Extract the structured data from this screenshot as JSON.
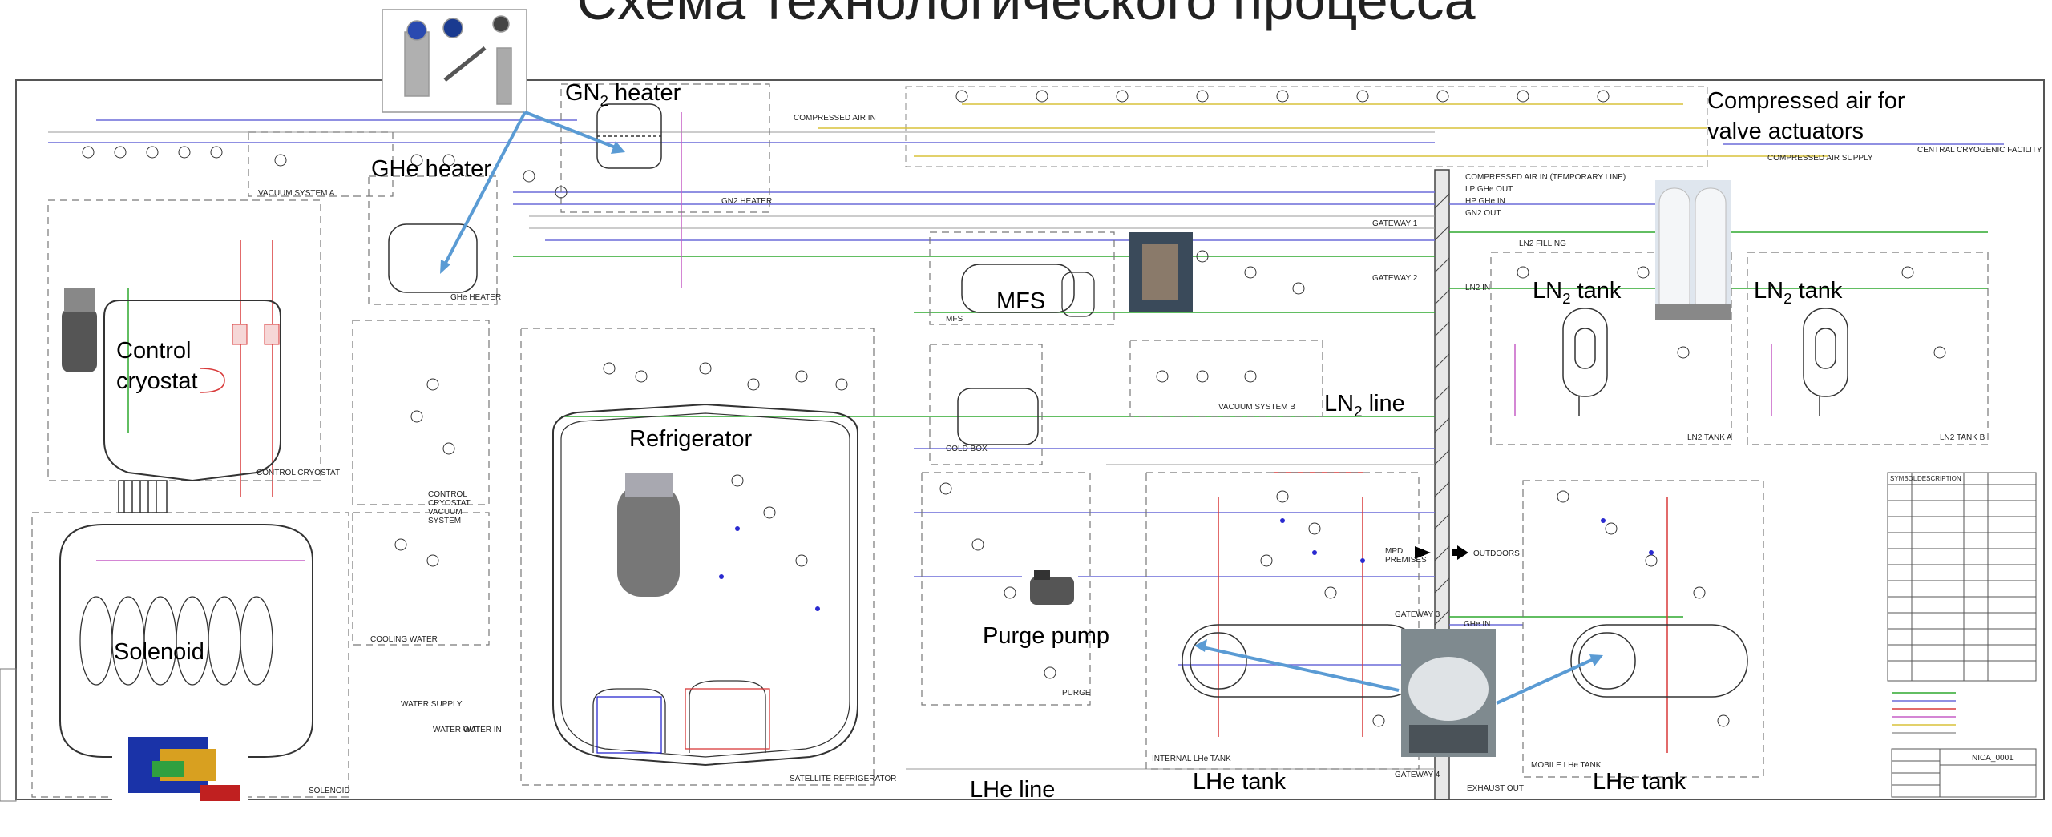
{
  "title": "Схема технологического процесса",
  "overlay_labels": {
    "gn2_heater_pre": "GN",
    "gn2_heater_sub": "2",
    "gn2_heater_post": " heater",
    "ghe_heater": "GHe heater",
    "compressed_air_line1": "Compressed air for",
    "compressed_air_line2": "valve actuators",
    "mfs": "MFS",
    "ln2_tank_a_pre": "LN",
    "ln2_tank_a_sub": "2",
    "ln2_tank_a_post": " tank",
    "ln2_tank_b_pre": "LN",
    "ln2_tank_b_sub": "2",
    "ln2_tank_b_post": " tank",
    "ln2_line_pre": "LN",
    "ln2_line_sub": "2",
    "ln2_line_post": " line",
    "control_cryostat_line1": "Control",
    "control_cryostat_line2": "cryostat",
    "refrigerator": "Refrigerator",
    "purge_pump": "Purge pump",
    "solenoid": "Solenoid",
    "lhe_line": "LHe line",
    "lhe_tank_internal": "LHe tank",
    "lhe_tank_mobile": "LHe tank"
  },
  "schematic_labels": {
    "compressed_air_in": "COMPRESSED AIR IN",
    "compressed_air_supply": "COMPRESSED AIR SUPPLY",
    "central_cryogenic_facility": "CENTRAL CRYOGENIC FACILITY",
    "compressed_air_temporary": "COMPRESSED AIR IN (TEMPORARY LINE)",
    "lp_ghe_out": "LP GHe OUT",
    "hp_ghe_in": "HP GHe IN",
    "gn_out": "GN2 OUT",
    "gateway_1": "GATEWAY 1",
    "gateway_2": "GATEWAY 2",
    "gateway_3": "GATEWAY 3",
    "gateway_4": "GATEWAY 4",
    "ln_filling": "LN2 FILLING",
    "ln_in": "LN2 IN",
    "vacuum_system_a": "VACUUM SYSTEM A",
    "vacuum_system_b": "VACUUM SYSTEM B",
    "gn2_heater_box": "GN2 HEATER",
    "ghe_heater_box": "GHe HEATER",
    "mfs_box": "MFS",
    "cold_box": "COLD BOX",
    "control_cryostat_box": "CONTROL CRYOSTAT",
    "control_cryostat_vacuum": "CONTROL CRYOSTAT VACUUM SYSTEM",
    "cooling_water": "COOLING WATER",
    "water_supply": "WATER SUPPLY",
    "water_out": "WATER OUT",
    "water_in": "WATER IN",
    "solenoid_box": "SOLENOID",
    "satellite_refrigerator": "SATELLITE REFRIGERATOR",
    "purge_box": "PURGE",
    "internal_lhe_tank": "INTERNAL LHe TANK",
    "mobile_lhe_tank": "MOBILE LHe TANK",
    "ln2_tank_a_box": "LN2 TANK A",
    "ln2_tank_b_box": "LN2 TANK B",
    "mpd_premises": "MPD PREMISES",
    "outdoors": "OUTDOORS",
    "ghe_in": "GHe IN",
    "exhaust_out": "EXHAUST OUT",
    "drawing_number": "NICA_0001"
  },
  "legend": {
    "header_symbol": "SYMBOL",
    "header_description": "DESCRIPTION"
  },
  "colors": {
    "helium_line": "#6b6bd8",
    "nitrogen_line": "#2fa82f",
    "return_line": "#d83a3a",
    "air_line": "#d8c23a",
    "vacuum_line": "#c65fc6",
    "arrow": "#5a9bd4",
    "frame": "#555555"
  }
}
